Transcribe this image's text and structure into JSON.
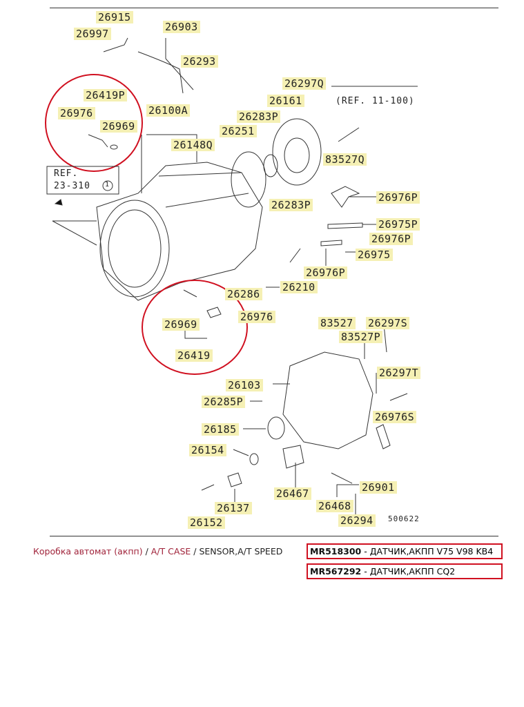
{
  "diagram": {
    "labels": [
      "26915",
      "26997",
      "26903",
      "26293",
      "26419P",
      "26976",
      "26969",
      "26100A",
      "26148Q",
      "26251",
      "26283P",
      "26161",
      "26297Q",
      "83527Q",
      "26976P",
      "26975P",
      "26976P",
      "26975",
      "26976P",
      "26283P",
      "26210",
      "26286",
      "26976",
      "26969",
      "26419",
      "83527",
      "26297S",
      "83527P",
      "26297T",
      "26103",
      "26285P",
      "26976S",
      "26185",
      "26154",
      "26467",
      "26901",
      "26468",
      "26137",
      "26152",
      "26294"
    ],
    "ref_top": "(REF. 11-100)",
    "ref_box_line1": "REF.",
    "ref_box_line2": "23-310",
    "ref_box_circle": "1",
    "diagram_id": "500622"
  },
  "breadcrumb": {
    "item1": "Коробка автомат (акпп)",
    "sep": "/",
    "item2": "A/T CASE",
    "item3": "SENSOR,A/T SPEED"
  },
  "parts": [
    {
      "number": "MR518300",
      "desc": " - ДАТЧИК,АКПП V75 V98 KB4"
    },
    {
      "number": "MR567292",
      "desc": " - ДАТЧИК,АКПП CQ2"
    }
  ],
  "colors": {
    "highlight": "#d01020",
    "label_bg": "#f5f0b4",
    "link": "#a0233a"
  }
}
